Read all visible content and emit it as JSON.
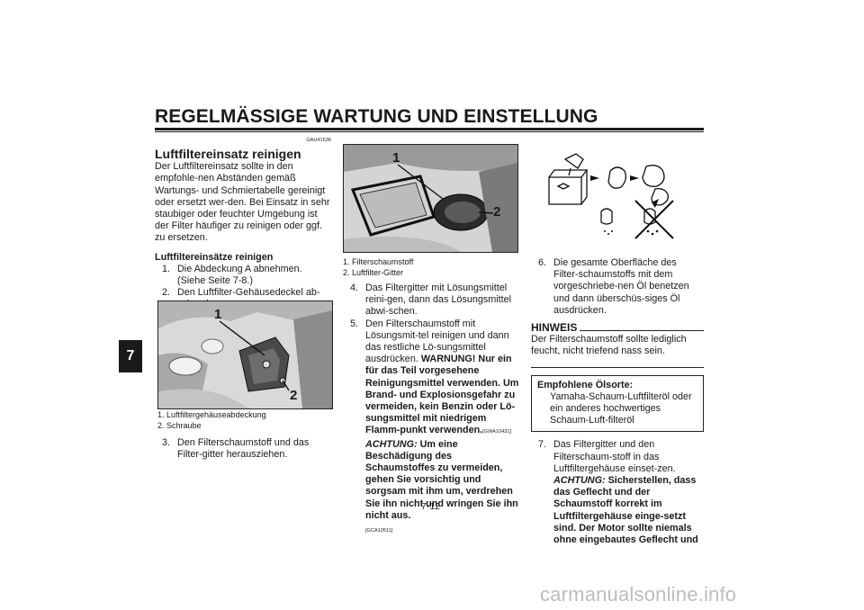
{
  "header": {
    "title": "REGELMÄSSIGE WARTUNG UND EINSTELLUNG"
  },
  "chapter_tab": "7",
  "page_number": "7-12",
  "watermark": "carmanualsonline.info",
  "col1": {
    "code": "GAU41636",
    "section_title": "Luftfiltereinsatz reinigen",
    "intro": "Der Luftfiltereinsatz sollte in den empfohle-nen Abständen gemäß Wartungs- und Schmiertabelle gereinigt oder ersetzt wer-den. Bei Einsatz in sehr staubiger oder feuchter Umgebung ist der Filter häufiger zu reinigen oder ggf. zu ersetzen.",
    "subheading": "Luftfiltereinsätze reinigen",
    "steps": [
      {
        "n": "1.",
        "text": "Die Abdeckung A abnehmen. (Siehe Seite 7-8.)"
      },
      {
        "n": "2.",
        "text": "Den Luftfilter-Gehäusedeckel ab-schrauben."
      }
    ],
    "figure_callouts": [
      "1",
      "2"
    ],
    "captions": [
      "1.  Luftfiltergehäuseabdeckung",
      "2.  Schraube"
    ],
    "step3": {
      "n": "3.",
      "text": "Den Filterschaumstoff und das Filter-gitter herausziehen."
    }
  },
  "col2": {
    "figure_callouts": [
      "1",
      "2"
    ],
    "captions": [
      "1.  Filterschaumstoff",
      "2.  Luftfilter-Gitter"
    ],
    "step4": {
      "n": "4.",
      "text": "Das Filtergitter mit Lösungsmittel reini-gen, dann das Lösungsmittel abwi-schen."
    },
    "step5": {
      "n": "5.",
      "text": "Den Filterschaumstoff mit Lösungsmit-tel reinigen und dann das restliche Lö-sungsmittel ausdrücken."
    },
    "warnung_label": "WARNUNG!",
    "warnung_text": "Nur ein für das Teil vorgesehene Reinigungsmittel verwenden. Um Brand- und Explosionsgefahr zu vermeiden, kein Benzin oder Lö-sungsmittel mit niedrigem Flamm-punkt verwenden.",
    "warn_code": "[GWA10431]",
    "achtung_label": "ACHTUNG:",
    "achtung_text": "Um eine Beschädigung des Schaumstoffes zu vermeiden, gehen Sie vorsichtig und sorgsam mit ihm um, verdrehen Sie ihn nicht und wringen Sie ihn nicht aus.",
    "achtung_code": "[GCA10511]"
  },
  "col3": {
    "step6": {
      "n": "6.",
      "text": "Die gesamte Oberfläche des Filter-schaumstoffs mit dem vorgeschriebe-nen Öl benetzen und dann überschüs-siges Öl ausdrücken."
    },
    "hinweis_label": "HINWEIS",
    "hinweis_text": "Der Filterschaumstoff sollte lediglich feucht, nicht triefend nass sein.",
    "oil_label": "Empfohlene Ölsorte:",
    "oil_text": "Yamaha-Schaum-Luftfilteröl oder ein anderes hochwertiges Schaum-Luft-filteröl",
    "step7": {
      "n": "7.",
      "text": "Das Filtergitter und den Filterschaum-stoff in das Luftfiltergehäuse einset-zen."
    },
    "achtung_label": "ACHTUNG:",
    "achtung_text": "Sicherstellen, dass das Geflecht und der Schaumstoff korrekt im Luftfiltergehäuse einge-setzt sind. Der Motor sollte niemals ohne eingebautes Geflecht und"
  }
}
